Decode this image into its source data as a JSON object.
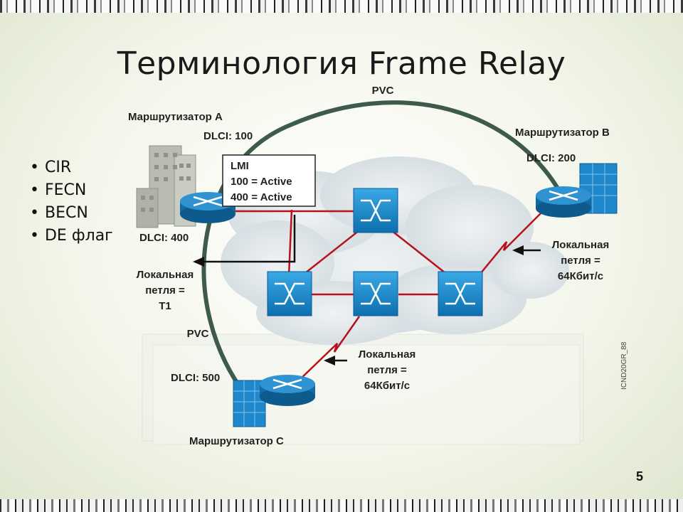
{
  "title": "Терминология Frame Relay",
  "bullets": [
    "CIR",
    "FECN",
    "BECN",
    "DE флаг"
  ],
  "diagram": {
    "pvc_top": "PVC",
    "pvc_left": "PVC",
    "router_a": {
      "name": "Маршрутизатор A",
      "dlci_top": "DLCI: 100",
      "dlci_bottom": "DLCI: 400"
    },
    "router_b": {
      "name": "Маршрутизатор B",
      "dlci": "DLCI: 200"
    },
    "router_c": {
      "name": "Маршрутизатор C",
      "dlci": "DLCI: 500"
    },
    "lmi": {
      "title": "LMI",
      "line1": "100 = Active",
      "line2": "400 = Active"
    },
    "loop_a": [
      "Локальная",
      "петля =",
      "T1"
    ],
    "loop_b": [
      "Локальная",
      "петля =",
      "64Кбит/с"
    ],
    "loop_c": [
      "Локальная",
      "петля =",
      "64Кбит/с"
    ],
    "figure_code": "ICND20GR_88"
  },
  "page_number": "5",
  "colors": {
    "link": "#b5121b",
    "pvc": "#3d5a4a",
    "device": "#1e7fc0",
    "switch": "#1f8fd0"
  }
}
